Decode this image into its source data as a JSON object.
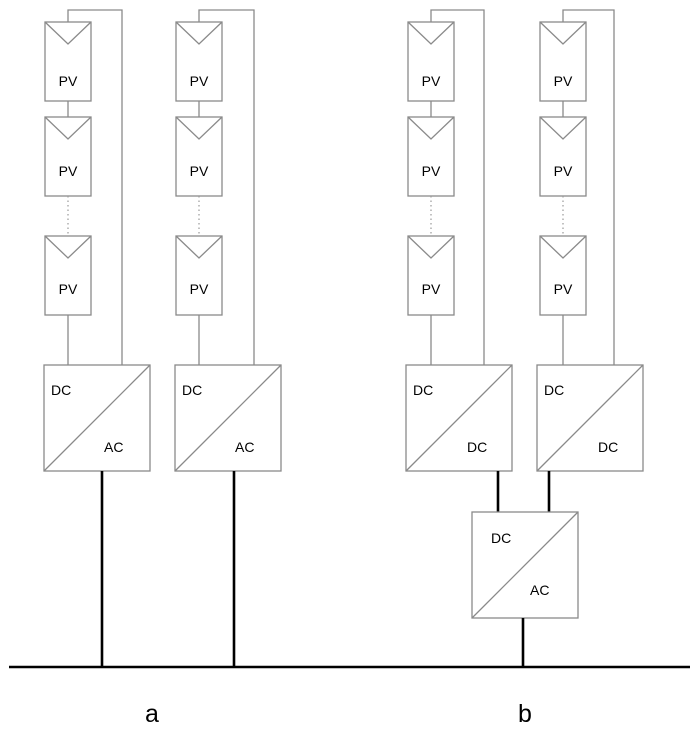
{
  "labels": {
    "pv": "PV",
    "dc": "DC",
    "ac": "AC"
  },
  "configurations": [
    {
      "id": "a",
      "caption": "a",
      "strings": 2,
      "modules_per_string": 3,
      "converter": [
        "DC",
        "AC"
      ]
    },
    {
      "id": "b",
      "caption": "b",
      "strings": 2,
      "modules_per_string": 3,
      "converter": [
        "DC",
        "DC"
      ],
      "central_converter": [
        "DC",
        "AC"
      ]
    }
  ],
  "colors": {
    "component_line": "#8a8a8a",
    "grid_line": "#000000"
  }
}
